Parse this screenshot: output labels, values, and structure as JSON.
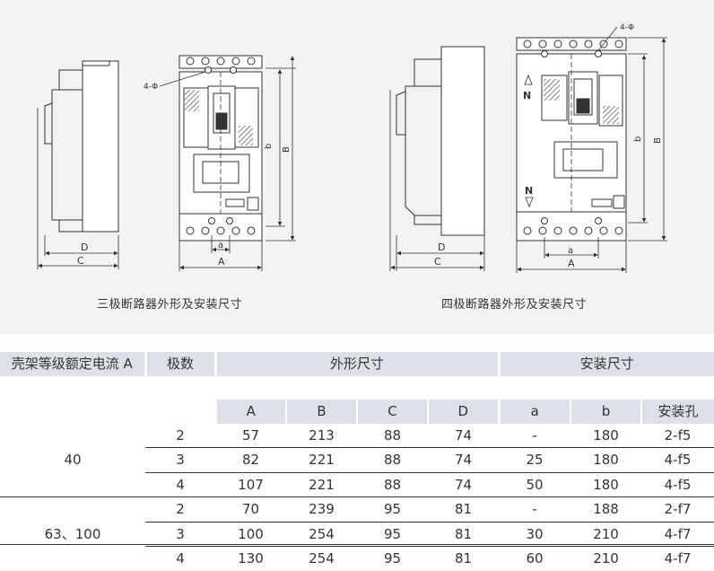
{
  "drawing_labels": {
    "three_pole": {
      "hole_label": "4-Φ",
      "dim_a": "a",
      "dim_A": "A",
      "dim_b": "b",
      "dim_B": "B",
      "dim_C": "C",
      "dim_D": "D"
    },
    "four_pole": {
      "hole_label": "4-Φ",
      "dim_a": "a",
      "dim_A": "A",
      "dim_b": "b",
      "dim_B": "B",
      "dim_C": "C",
      "dim_D": "D",
      "n_top": "N",
      "n_bottom": "N"
    }
  },
  "captions": {
    "three_pole": "三极断路器外形及安装尺寸",
    "four_pole": "四极断路器外形及安装尺寸"
  },
  "table": {
    "header": {
      "frame_current": "壳架等级额定电流 A",
      "poles": "极数",
      "outline": "外形尺寸",
      "mounting": "安装尺寸"
    },
    "subheader": [
      "A",
      "B",
      "C",
      "D",
      "a",
      "b",
      "安装孔"
    ],
    "groups": [
      {
        "frame": "40",
        "rows": [
          {
            "poles": "2",
            "A": "57",
            "B": "213",
            "C": "88",
            "D": "74",
            "a": "-",
            "b": "180",
            "hole": "2-f5"
          },
          {
            "poles": "3",
            "A": "82",
            "B": "221",
            "C": "88",
            "D": "74",
            "a": "25",
            "b": "180",
            "hole": "4-f5"
          },
          {
            "poles": "4",
            "A": "107",
            "B": "221",
            "C": "88",
            "D": "74",
            "a": "50",
            "b": "180",
            "hole": "4-f5"
          }
        ]
      },
      {
        "frame": "63、100",
        "rows": [
          {
            "poles": "2",
            "A": "70",
            "B": "239",
            "C": "95",
            "D": "81",
            "a": "-",
            "b": "188",
            "hole": "2-f7"
          },
          {
            "poles": "3",
            "A": "100",
            "B": "254",
            "C": "95",
            "D": "81",
            "a": "30",
            "b": "210",
            "hole": "4-f7"
          },
          {
            "poles": "4",
            "A": "130",
            "B": "254",
            "C": "95",
            "D": "81",
            "a": "60",
            "b": "210",
            "hole": "4-f7"
          }
        ]
      }
    ]
  }
}
